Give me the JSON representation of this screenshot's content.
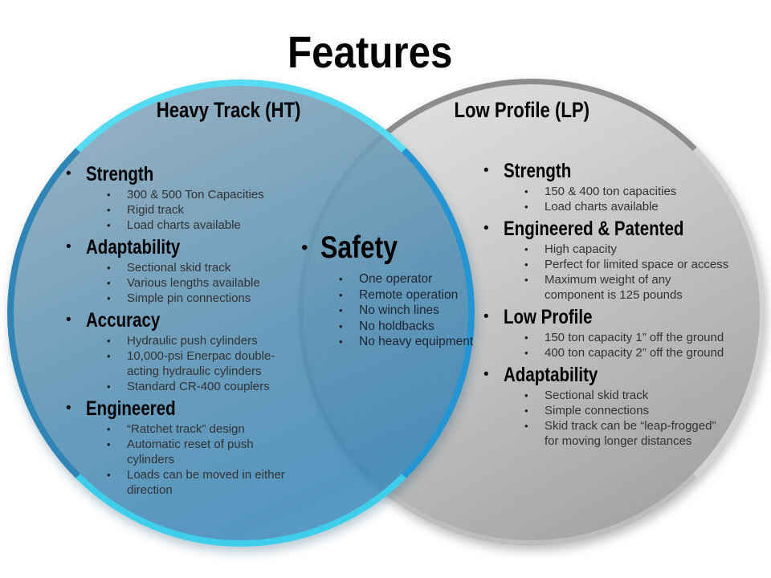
{
  "title": "Features",
  "left": {
    "title": "Heavy Track (HT)",
    "sections": [
      {
        "heading": "Strength",
        "items": [
          "300 & 500 Ton Capacities",
          "Rigid track",
          "Load charts available"
        ]
      },
      {
        "heading": "Adaptability",
        "items": [
          "Sectional skid track",
          "Various lengths available",
          "Simple pin connections"
        ]
      },
      {
        "heading": "Accuracy",
        "items": [
          "Hydraulic push cylinders",
          "10,000-psi Enerpac double-acting hydraulic cylinders",
          "Standard CR-400 couplers"
        ]
      },
      {
        "heading": "Engineered",
        "items": [
          "“Ratchet track” design",
          "Automatic reset of push cylinders",
          "Loads can be moved in either direction"
        ]
      }
    ]
  },
  "center": {
    "heading": "Safety",
    "items": [
      "One operator",
      "Remote operation",
      "No winch lines",
      "No holdbacks",
      "No heavy equipment"
    ]
  },
  "right": {
    "title": "Low Profile (LP)",
    "sections": [
      {
        "heading": "Strength",
        "items": [
          "150 & 400 ton capacities",
          "Load charts available"
        ]
      },
      {
        "heading": "Engineered & Patented",
        "items": [
          "High capacity",
          "Perfect for limited space or access",
          "Maximum weight of any component is 125 pounds"
        ]
      },
      {
        "heading": "Low Profile",
        "items": [
          "150 ton capacity 1” off the ground",
          "400 ton capacity 2” off the ground"
        ]
      },
      {
        "heading": "Adaptability",
        "items": [
          "Sectional skid track",
          "Simple connections",
          "Skid track can be “leap-frogged” for moving longer distances"
        ]
      }
    ]
  },
  "bullet_glyph": "•",
  "colors": {
    "left_rim_top": "#55DBF2",
    "left_rim_side": "#2F85B5",
    "left_fill": "#5B94BC",
    "right_rim": "#B0B0B0",
    "right_fill": "#BFBFBF",
    "heading_text": "#000000",
    "body_text": "#323232",
    "background": "#FFFFFF"
  }
}
